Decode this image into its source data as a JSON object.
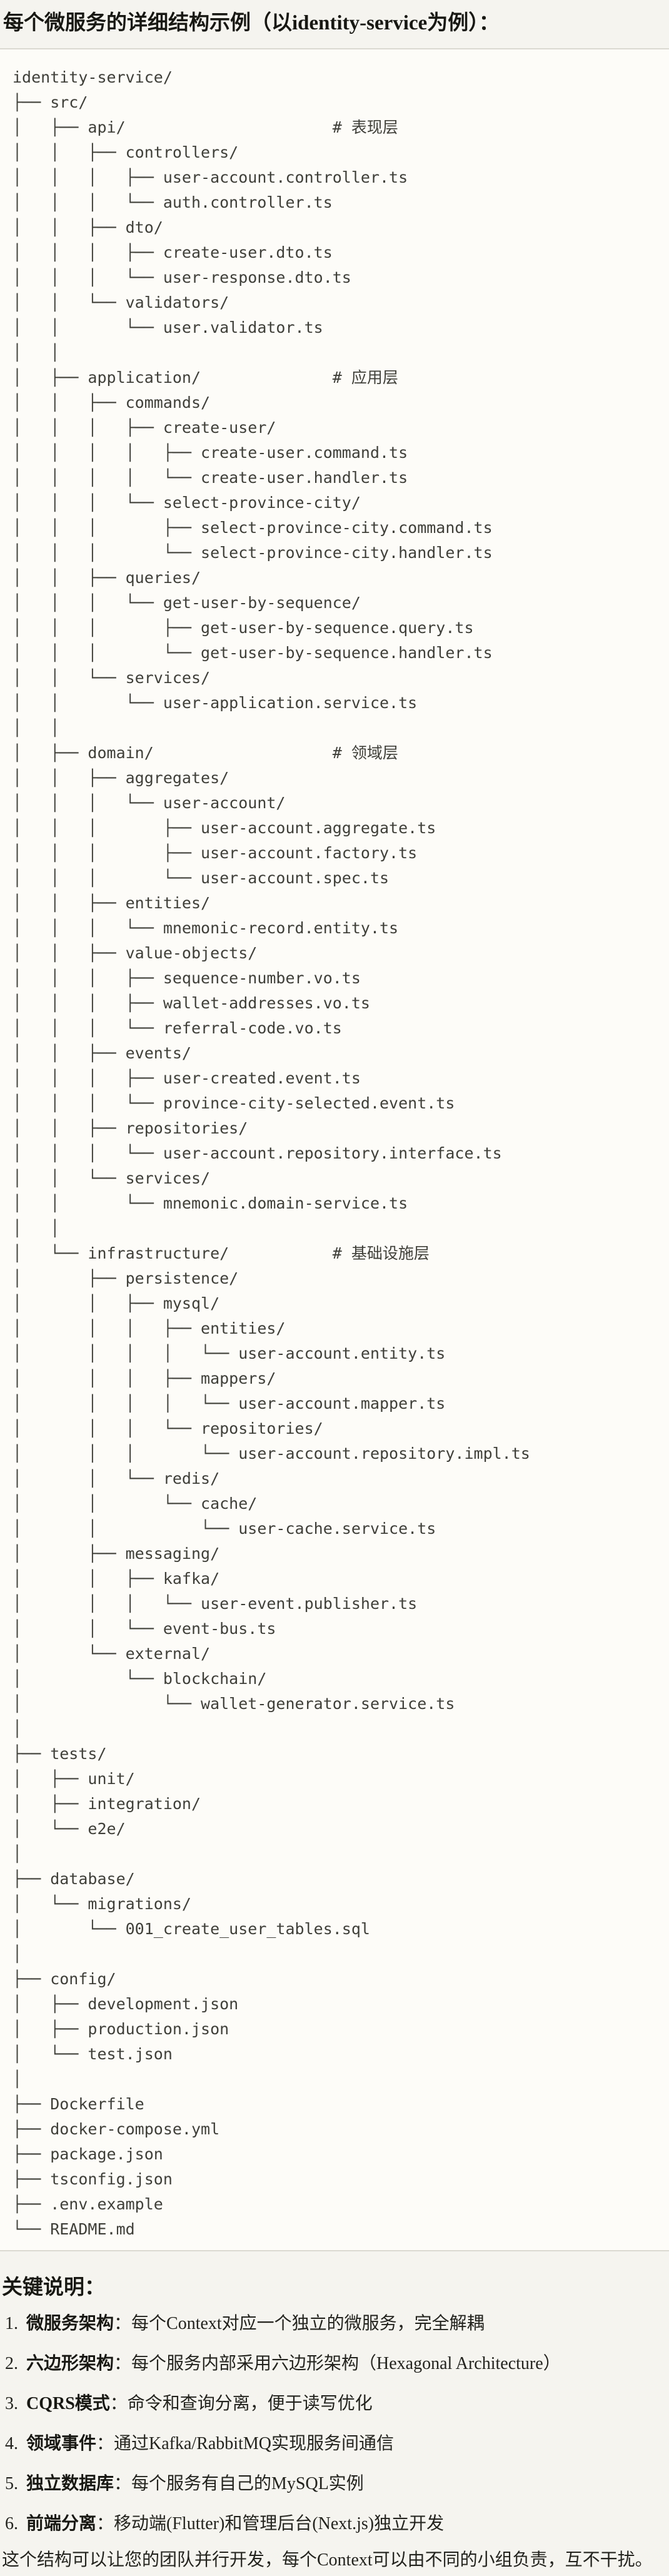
{
  "page": {
    "title": "每个微服务的详细结构示例（以identity-service为例）：",
    "closing": "这个结构可以让您的团队并行开发，每个Context可以由不同的小组负责，互不干扰。"
  },
  "file_tree": {
    "root_folder": "identity-service/",
    "layer_comments": [
      "# 表现层",
      "# 应用层",
      "# 领域层",
      "# 基础设施层"
    ],
    "lines": [
      "identity-service/",
      "├── src/",
      "│   ├── api/                      # 表现层",
      "│   │   ├── controllers/",
      "│   │   │   ├── user-account.controller.ts",
      "│   │   │   └── auth.controller.ts",
      "│   │   ├── dto/",
      "│   │   │   ├── create-user.dto.ts",
      "│   │   │   └── user-response.dto.ts",
      "│   │   └── validators/",
      "│   │       └── user.validator.ts",
      "│   │",
      "│   ├── application/              # 应用层",
      "│   │   ├── commands/",
      "│   │   │   ├── create-user/",
      "│   │   │   │   ├── create-user.command.ts",
      "│   │   │   │   └── create-user.handler.ts",
      "│   │   │   └── select-province-city/",
      "│   │   │       ├── select-province-city.command.ts",
      "│   │   │       └── select-province-city.handler.ts",
      "│   │   ├── queries/",
      "│   │   │   └── get-user-by-sequence/",
      "│   │   │       ├── get-user-by-sequence.query.ts",
      "│   │   │       └── get-user-by-sequence.handler.ts",
      "│   │   └── services/",
      "│   │       └── user-application.service.ts",
      "│   │",
      "│   ├── domain/                   # 领域层",
      "│   │   ├── aggregates/",
      "│   │   │   └── user-account/",
      "│   │   │       ├── user-account.aggregate.ts",
      "│   │   │       ├── user-account.factory.ts",
      "│   │   │       └── user-account.spec.ts",
      "│   │   ├── entities/",
      "│   │   │   └── mnemonic-record.entity.ts",
      "│   │   ├── value-objects/",
      "│   │   │   ├── sequence-number.vo.ts",
      "│   │   │   ├── wallet-addresses.vo.ts",
      "│   │   │   └── referral-code.vo.ts",
      "│   │   ├── events/",
      "│   │   │   ├── user-created.event.ts",
      "│   │   │   └── province-city-selected.event.ts",
      "│   │   ├── repositories/",
      "│   │   │   └── user-account.repository.interface.ts",
      "│   │   └── services/",
      "│   │       └── mnemonic.domain-service.ts",
      "│   │",
      "│   └── infrastructure/           # 基础设施层",
      "│       ├── persistence/",
      "│       │   ├── mysql/",
      "│       │   │   ├── entities/",
      "│       │   │   │   └── user-account.entity.ts",
      "│       │   │   ├── mappers/",
      "│       │   │   │   └── user-account.mapper.ts",
      "│       │   │   └── repositories/",
      "│       │   │       └── user-account.repository.impl.ts",
      "│       │   └── redis/",
      "│       │       └── cache/",
      "│       │           └── user-cache.service.ts",
      "│       ├── messaging/",
      "│       │   ├── kafka/",
      "│       │   │   └── user-event.publisher.ts",
      "│       │   └── event-bus.ts",
      "│       └── external/",
      "│           └── blockchain/",
      "│               └── wallet-generator.service.ts",
      "│",
      "├── tests/",
      "│   ├── unit/",
      "│   ├── integration/",
      "│   └── e2e/",
      "│",
      "├── database/",
      "│   └── migrations/",
      "│       └── 001_create_user_tables.sql",
      "│",
      "├── config/",
      "│   ├── development.json",
      "│   ├── production.json",
      "│   └── test.json",
      "│",
      "├── Dockerfile",
      "├── docker-compose.yml",
      "├── package.json",
      "├── tsconfig.json",
      "├── .env.example",
      "└── README.md"
    ]
  },
  "notes": {
    "heading": "关键说明：",
    "items": [
      {
        "num": "1.",
        "term": "微服务架构",
        "desc": "：每个Context对应一个独立的微服务，完全解耦"
      },
      {
        "num": "2.",
        "term": "六边形架构",
        "desc": "：每个服务内部采用六边形架构（Hexagonal Architecture）"
      },
      {
        "num": "3.",
        "term": "CQRS模式",
        "desc": "：命令和查询分离，便于读写优化"
      },
      {
        "num": "4.",
        "term": "领域事件",
        "desc": "：通过Kafka/RabbitMQ实现服务间通信"
      },
      {
        "num": "5.",
        "term": "独立数据库",
        "desc": "：每个服务有自己的MySQL实例"
      },
      {
        "num": "6.",
        "term": "前端分离",
        "desc": "：移动端(Flutter)和管理后台(Next.js)独立开发"
      }
    ]
  },
  "colors": {
    "page_bg": "#f5f4ef",
    "code_block_bg": "#fdfcf8",
    "code_block_border": "#dbd9d1",
    "code_text": "#3f3f39",
    "heading_text": "#181813",
    "body_text": "#23231e"
  }
}
